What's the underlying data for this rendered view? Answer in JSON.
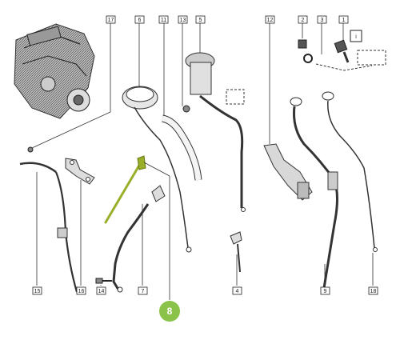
{
  "callouts": {
    "c17": "17",
    "c6": "6",
    "c11": "11",
    "c13": "13",
    "c5": "5",
    "c12": "12",
    "c2": "2",
    "c3": "3",
    "c1": "1",
    "c15": "15",
    "c16": "16",
    "c14": "14",
    "c7": "7",
    "c4": "4",
    "c9": "9",
    "c18": "18"
  },
  "highlight": {
    "label": "8",
    "color": "#8bc34a"
  },
  "colors": {
    "highlight_part": "#9aae2a",
    "line": "#333333"
  }
}
